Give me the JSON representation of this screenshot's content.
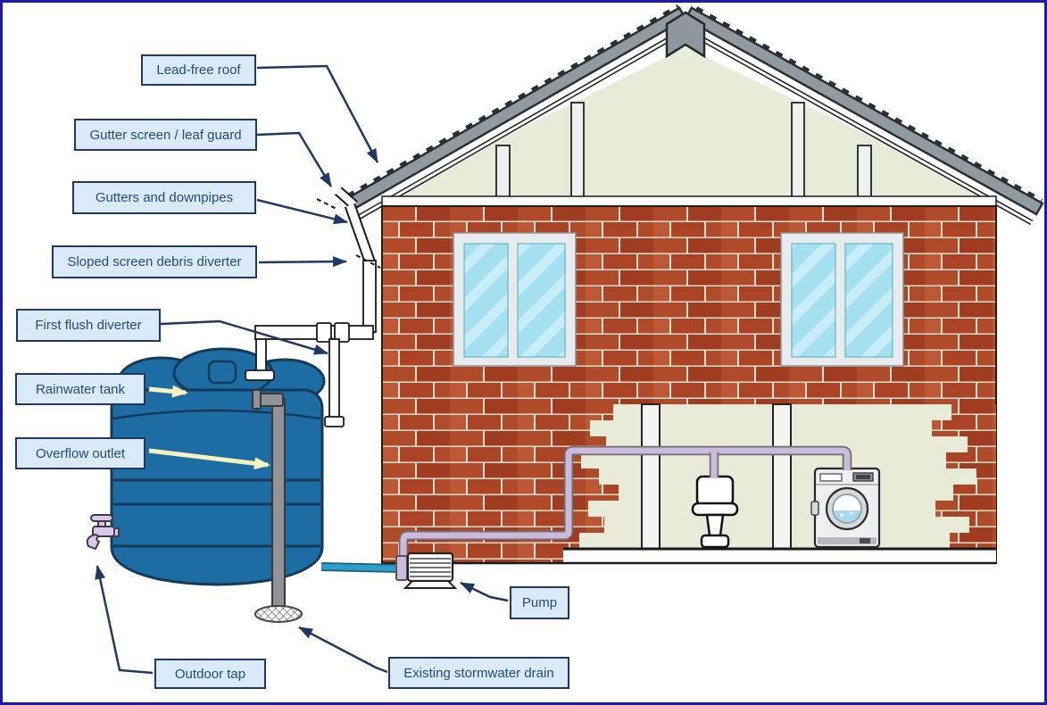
{
  "figure_labels": {
    "lead_free_roof": "Lead-free roof",
    "gutter_screen": "Gutter screen / leaf guard",
    "gutters_downpipes": "Gutters and downpipes",
    "sloped_screen": "Sloped screen debris diverter",
    "first_flush": "First flush diverter",
    "rainwater_tank": "Rainwater tank",
    "overflow_outlet": "Overflow outlet",
    "outdoor_tap": "Outdoor tap",
    "stormwater_drain": "Existing stormwater drain",
    "pump": "Pump"
  },
  "colors": {
    "page_border": "#1c1caa",
    "label_fill": "#dbeaf8",
    "label_border": "#1f3864",
    "label_text": "#1f4e79",
    "leader_arrow": "#1f3864",
    "highlight_arrow": "#f5f2bd",
    "brick": "#b04a28",
    "mortar": "#efdfd5",
    "roof_tile_gray": "#9199a1",
    "gable_cream": "#e9ebd9",
    "tank_blue": "#1d6ca3",
    "pipe_gray": "#8f9296",
    "pipe_teal": "#2f9dc9",
    "pipe_lavender": "#cbbadb",
    "window_glass": "#a5e0f0",
    "tap_lavender": "#d9c9e6"
  }
}
